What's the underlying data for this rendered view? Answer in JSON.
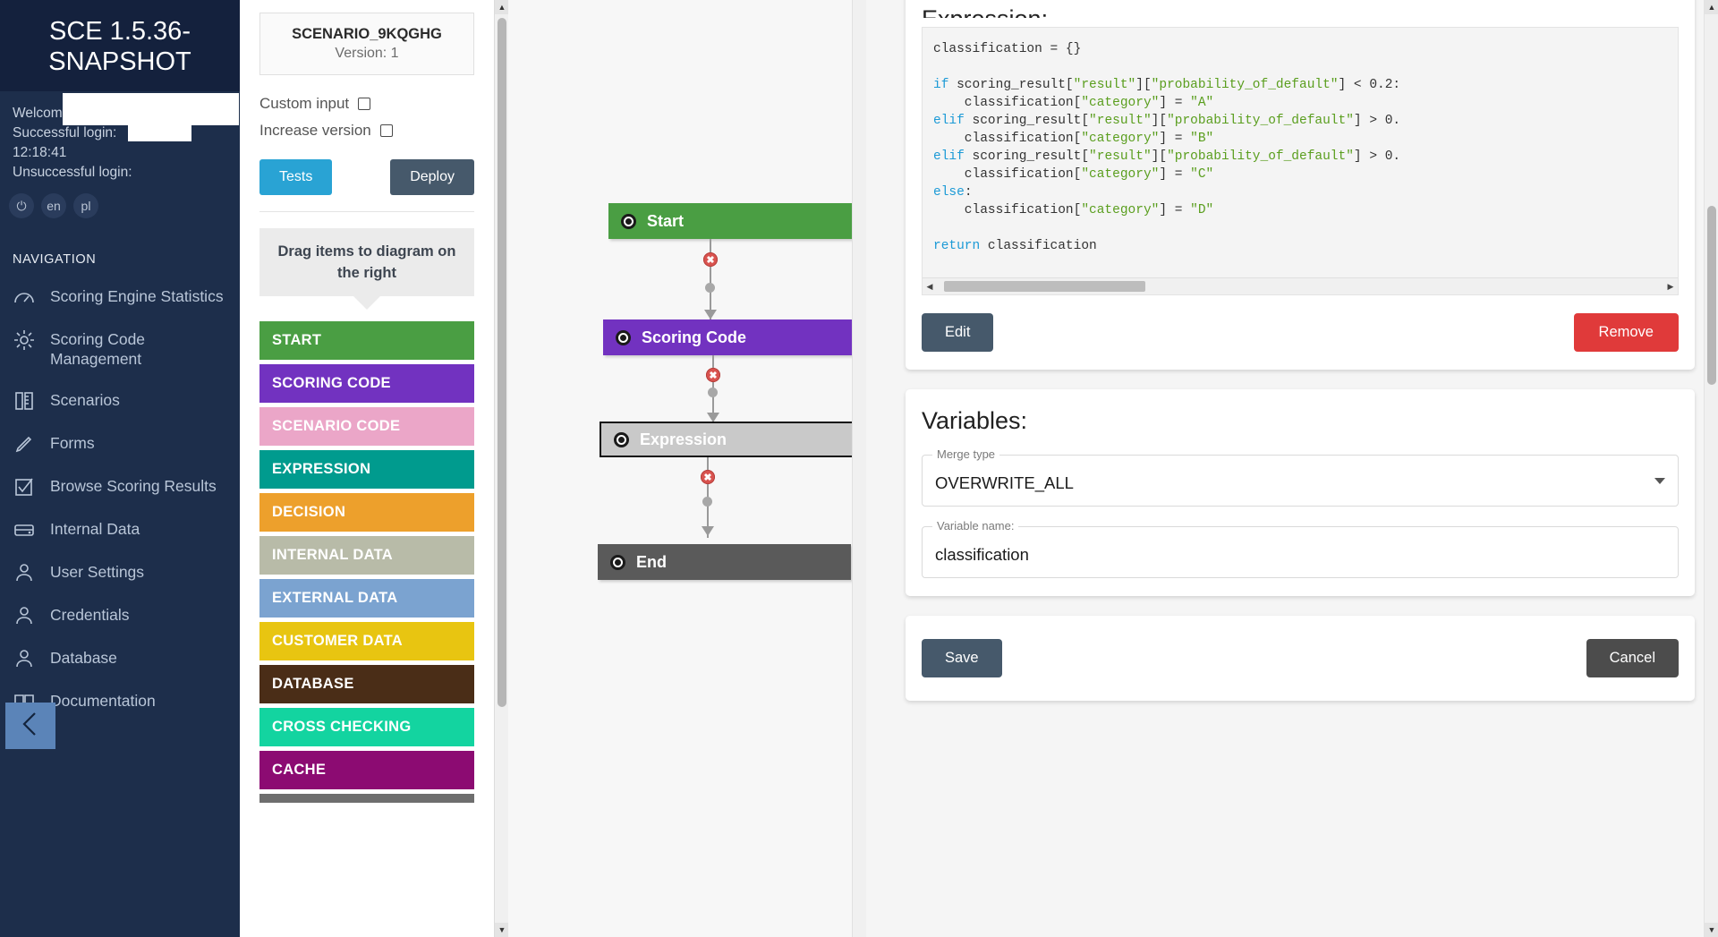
{
  "sidebar": {
    "brand": "SCE 1.5.36-SNAPSHOT",
    "welcome_label": "Welcome",
    "successful_login_label": "Successful login:",
    "successful_login_time": "12:18:41",
    "unsuccessful_login_label": "Unsuccessful login:",
    "chips": [
      {
        "name": "power-icon",
        "label": "⏻"
      },
      {
        "name": "lang-en",
        "label": "en"
      },
      {
        "name": "lang-pl",
        "label": "pl"
      }
    ],
    "nav_title": "NAVIGATION",
    "items": [
      {
        "label": "Scoring Engine Statistics",
        "icon": "gauge-icon"
      },
      {
        "label": "Scoring Code Management",
        "icon": "gear-icon"
      },
      {
        "label": "Scenarios",
        "icon": "ruler-pen-icon"
      },
      {
        "label": "Forms",
        "icon": "pencil-icon"
      },
      {
        "label": "Browse Scoring Results",
        "icon": "checkbox-icon"
      },
      {
        "label": "Internal Data",
        "icon": "drawer-icon"
      },
      {
        "label": "User Settings",
        "icon": "user-icon"
      },
      {
        "label": "Credentials",
        "icon": "user-icon"
      },
      {
        "label": "Database",
        "icon": "user-icon"
      },
      {
        "label": "Documentation",
        "icon": "book-icon"
      }
    ],
    "collapse_icon": "chevron-left-icon",
    "collapse_color": "#5b84b8",
    "bg_color": "#1d2e4b",
    "brand_bg_color": "#14213d"
  },
  "palette": {
    "scenario_name": "SCENARIO_9KQGHG",
    "scenario_version": "Version: 1",
    "custom_input_label": "Custom input",
    "increase_version_label": "Increase version",
    "tests_button": "Tests",
    "deploy_button": "Deploy",
    "tests_color": "#29a3d4",
    "deploy_color": "#46596b",
    "drag_hint": "Drag items to diagram on the right",
    "items": [
      {
        "label": "START",
        "color": "#4a9e43"
      },
      {
        "label": "SCORING CODE",
        "color": "#7232c0"
      },
      {
        "label": "SCENARIO CODE",
        "color": "#eba6c8"
      },
      {
        "label": "EXPRESSION",
        "color": "#009b8e"
      },
      {
        "label": "DECISION",
        "color": "#eda02c"
      },
      {
        "label": "INTERNAL DATA",
        "color": "#b8bba8"
      },
      {
        "label": "EXTERNAL DATA",
        "color": "#7ba3d0"
      },
      {
        "label": "CUSTOMER DATA",
        "color": "#e8c511"
      },
      {
        "label": "DATABASE",
        "color": "#4a2d17"
      },
      {
        "label": "CROSS CHECKING",
        "color": "#13d4a0"
      },
      {
        "label": "CACHE",
        "color": "#8c0b72"
      },
      {
        "label": "",
        "color": "#6e6e6e"
      }
    ]
  },
  "diagram": {
    "nodes": [
      {
        "label": "Start",
        "color": "#4a9e43",
        "selected": false
      },
      {
        "label": "Scoring Code",
        "color": "#7232c0",
        "selected": false
      },
      {
        "label": "Expression",
        "color": "#c9c9c9",
        "selected": true
      },
      {
        "label": "End",
        "color": "#5a5a5a",
        "selected": false
      }
    ],
    "delete_marker": "✖"
  },
  "detail": {
    "expression_title": "Expression:",
    "code_lines": [
      {
        "tokens": [
          {
            "t": "classification = {}",
            "c": ""
          }
        ]
      },
      {
        "tokens": []
      },
      {
        "tokens": [
          {
            "t": "if",
            "c": "kw"
          },
          {
            "t": " scoring_result[",
            "c": ""
          },
          {
            "t": "\"result\"",
            "c": "str"
          },
          {
            "t": "][",
            "c": ""
          },
          {
            "t": "\"probability_of_default\"",
            "c": "str"
          },
          {
            "t": "] < 0.2:",
            "c": ""
          }
        ]
      },
      {
        "tokens": [
          {
            "t": "    classification[",
            "c": ""
          },
          {
            "t": "\"category\"",
            "c": "str"
          },
          {
            "t": "] = ",
            "c": ""
          },
          {
            "t": "\"A\"",
            "c": "str"
          }
        ]
      },
      {
        "tokens": [
          {
            "t": "elif",
            "c": "kw"
          },
          {
            "t": " scoring_result[",
            "c": ""
          },
          {
            "t": "\"result\"",
            "c": "str"
          },
          {
            "t": "][",
            "c": ""
          },
          {
            "t": "\"probability_of_default\"",
            "c": "str"
          },
          {
            "t": "] > 0.",
            "c": ""
          }
        ]
      },
      {
        "tokens": [
          {
            "t": "    classification[",
            "c": ""
          },
          {
            "t": "\"category\"",
            "c": "str"
          },
          {
            "t": "] = ",
            "c": ""
          },
          {
            "t": "\"B\"",
            "c": "str"
          }
        ]
      },
      {
        "tokens": [
          {
            "t": "elif",
            "c": "kw"
          },
          {
            "t": " scoring_result[",
            "c": ""
          },
          {
            "t": "\"result\"",
            "c": "str"
          },
          {
            "t": "][",
            "c": ""
          },
          {
            "t": "\"probability_of_default\"",
            "c": "str"
          },
          {
            "t": "] > 0.",
            "c": ""
          }
        ]
      },
      {
        "tokens": [
          {
            "t": "    classification[",
            "c": ""
          },
          {
            "t": "\"category\"",
            "c": "str"
          },
          {
            "t": "] = ",
            "c": ""
          },
          {
            "t": "\"C\"",
            "c": "str"
          }
        ]
      },
      {
        "tokens": [
          {
            "t": "else",
            "c": "kw"
          },
          {
            "t": ":",
            "c": ""
          }
        ]
      },
      {
        "tokens": [
          {
            "t": "    classification[",
            "c": ""
          },
          {
            "t": "\"category\"",
            "c": "str"
          },
          {
            "t": "] = ",
            "c": ""
          },
          {
            "t": "\"D\"",
            "c": "str"
          }
        ]
      },
      {
        "tokens": []
      },
      {
        "tokens": [
          {
            "t": "return",
            "c": "kw"
          },
          {
            "t": " classification",
            "c": ""
          }
        ]
      }
    ],
    "edit_button": "Edit",
    "remove_button": "Remove",
    "remove_color": "#e03a3a",
    "variables_title": "Variables:",
    "merge_type_label": "Merge type",
    "merge_type_value": "OVERWRITE_ALL",
    "variable_name_label": "Variable name:",
    "variable_name_value": "classification",
    "save_button": "Save",
    "cancel_button": "Cancel"
  }
}
